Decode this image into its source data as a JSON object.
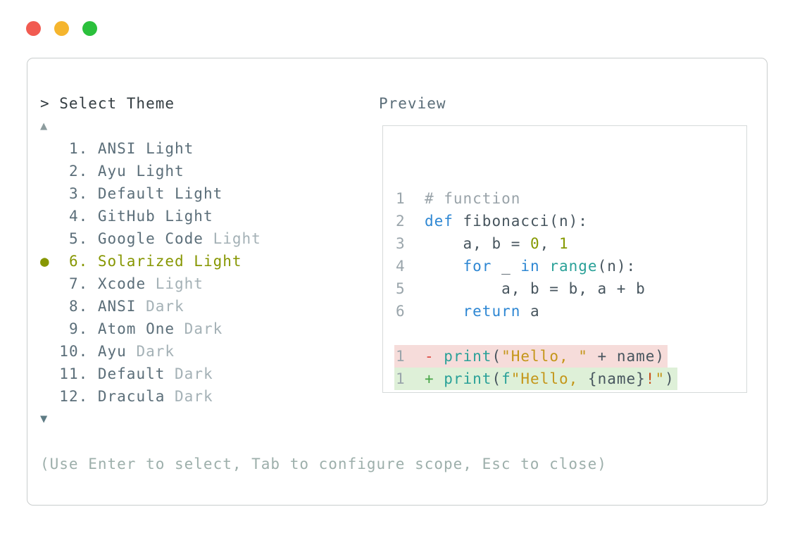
{
  "colors": {
    "traffic_red": "#f15b51",
    "traffic_yellow": "#f5b52e",
    "traffic_green": "#2bc03c",
    "panel_border": "#c9cdcd",
    "header_text": "#333c41",
    "item_text": "#5b6e79",
    "item_dim": "#a4b1b6",
    "selected": "#879703",
    "arrow_up": "#8d9c9e",
    "arrow_down": "#5e7b84",
    "help_text": "#9dafab",
    "preview_label": "#5b6e79",
    "preview_border": "#d6dada",
    "line_number": "#9aa5ab",
    "comment": "#99a3a9",
    "kw": "#2e87d3",
    "fn": "#2aa198",
    "lit": "#859900",
    "str": "#c49619",
    "fg": "#47555e",
    "red": "#dc4840",
    "green": "#46a546",
    "orange": "#cb4b16",
    "diff_removed_bg": "#f6dcda",
    "diff_added_bg": "#def0d8"
  },
  "picker": {
    "title": "> Select Theme",
    "up_arrow": "▲",
    "down_arrow": "▼",
    "help": "(Use Enter to select, Tab to configure scope, Esc to close)",
    "items": [
      {
        "marker": " ",
        "prefix": "  1. ",
        "selected": false,
        "parts": [
          {
            "text": "ANSI Light",
            "style": "normal"
          }
        ]
      },
      {
        "marker": " ",
        "prefix": "  2. ",
        "selected": false,
        "parts": [
          {
            "text": "Ayu Light",
            "style": "normal"
          }
        ]
      },
      {
        "marker": " ",
        "prefix": "  3. ",
        "selected": false,
        "parts": [
          {
            "text": "Default Light",
            "style": "normal"
          }
        ]
      },
      {
        "marker": " ",
        "prefix": "  4. ",
        "selected": false,
        "parts": [
          {
            "text": "GitHub Light",
            "style": "normal"
          }
        ]
      },
      {
        "marker": " ",
        "prefix": "  5. ",
        "selected": false,
        "parts": [
          {
            "text": "Google Code ",
            "style": "normal"
          },
          {
            "text": "Light",
            "style": "dim"
          }
        ]
      },
      {
        "marker": "●",
        "prefix": "  6. ",
        "selected": true,
        "parts": [
          {
            "text": "Solarized Light",
            "style": "normal"
          }
        ]
      },
      {
        "marker": " ",
        "prefix": "  7. ",
        "selected": false,
        "parts": [
          {
            "text": "Xcode ",
            "style": "normal"
          },
          {
            "text": "Light",
            "style": "dim"
          }
        ]
      },
      {
        "marker": " ",
        "prefix": "  8. ",
        "selected": false,
        "parts": [
          {
            "text": "ANSI ",
            "style": "normal"
          },
          {
            "text": "Dark",
            "style": "dim"
          }
        ]
      },
      {
        "marker": " ",
        "prefix": "  9. ",
        "selected": false,
        "parts": [
          {
            "text": "Atom One ",
            "style": "normal"
          },
          {
            "text": "Dark",
            "style": "dim"
          }
        ]
      },
      {
        "marker": " ",
        "prefix": " 10. ",
        "selected": false,
        "parts": [
          {
            "text": "Ayu ",
            "style": "normal"
          },
          {
            "text": "Dark",
            "style": "dim"
          }
        ]
      },
      {
        "marker": " ",
        "prefix": " 11. ",
        "selected": false,
        "parts": [
          {
            "text": "Default ",
            "style": "normal"
          },
          {
            "text": "Dark",
            "style": "dim"
          }
        ]
      },
      {
        "marker": " ",
        "prefix": " 12. ",
        "selected": false,
        "parts": [
          {
            "text": "Dracula ",
            "style": "normal"
          },
          {
            "text": "Dark",
            "style": "dim"
          }
        ]
      }
    ]
  },
  "preview": {
    "label": "Preview",
    "lines": [
      {
        "num": "1  ",
        "bg": "",
        "tokens": [
          {
            "text": "# function",
            "cls": "comment"
          }
        ]
      },
      {
        "num": "2  ",
        "bg": "",
        "tokens": [
          {
            "text": "def",
            "cls": "kw"
          },
          {
            "text": " fibonacci(n):",
            "cls": "fg"
          }
        ]
      },
      {
        "num": "3  ",
        "bg": "",
        "tokens": [
          {
            "text": "    a, b = ",
            "cls": "fg"
          },
          {
            "text": "0",
            "cls": "lit"
          },
          {
            "text": ", ",
            "cls": "fg"
          },
          {
            "text": "1",
            "cls": "lit"
          }
        ]
      },
      {
        "num": "4  ",
        "bg": "",
        "tokens": [
          {
            "text": "    ",
            "cls": "fg"
          },
          {
            "text": "for",
            "cls": "kw"
          },
          {
            "text": " _ ",
            "cls": "fg"
          },
          {
            "text": "in",
            "cls": "kw"
          },
          {
            "text": " ",
            "cls": "fg"
          },
          {
            "text": "range",
            "cls": "fn"
          },
          {
            "text": "(n):",
            "cls": "fg"
          }
        ]
      },
      {
        "num": "5  ",
        "bg": "",
        "tokens": [
          {
            "text": "        a, b = b, a + b",
            "cls": "fg"
          }
        ]
      },
      {
        "num": "6  ",
        "bg": "",
        "tokens": [
          {
            "text": "    ",
            "cls": "fg"
          },
          {
            "text": "return",
            "cls": "kw"
          },
          {
            "text": " a",
            "cls": "fg"
          }
        ]
      },
      {
        "num": "",
        "bg": "",
        "tokens": []
      },
      {
        "num": "1  ",
        "bg": "removed",
        "tokens": [
          {
            "text": "- ",
            "cls": "red"
          },
          {
            "text": "print",
            "cls": "fn"
          },
          {
            "text": "(",
            "cls": "fg"
          },
          {
            "text": "\"Hello, \"",
            "cls": "str"
          },
          {
            "text": " + name)",
            "cls": "fg"
          }
        ]
      },
      {
        "num": "1  ",
        "bg": "added",
        "tokens": [
          {
            "text": "+ ",
            "cls": "green"
          },
          {
            "text": "print",
            "cls": "fn"
          },
          {
            "text": "(",
            "cls": "fg"
          },
          {
            "text": "f",
            "cls": "fn"
          },
          {
            "text": "\"Hello, ",
            "cls": "str"
          },
          {
            "text": "{name}",
            "cls": "fg"
          },
          {
            "text": "!",
            "cls": "orange"
          },
          {
            "text": "\"",
            "cls": "str"
          },
          {
            "text": ")",
            "cls": "fg"
          }
        ]
      }
    ]
  }
}
